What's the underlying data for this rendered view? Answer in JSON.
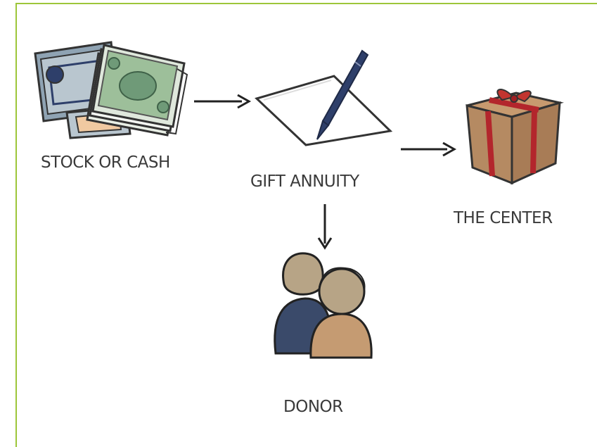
{
  "nodes": {
    "stock_or_cash": {
      "label": "STOCK OR CASH",
      "icon": "money-and-certificates-icon"
    },
    "gift_annuity": {
      "label": "GIFT ANNUITY",
      "icon": "signing-document-icon"
    },
    "the_center": {
      "label": "THE CENTER",
      "icon": "gift-box-icon"
    },
    "donor": {
      "label": "DONOR",
      "icon": "couple-icon"
    }
  },
  "edges": [
    {
      "from": "stock_or_cash",
      "to": "gift_annuity"
    },
    {
      "from": "gift_annuity",
      "to": "the_center"
    },
    {
      "from": "gift_annuity",
      "to": "donor"
    }
  ],
  "colors": {
    "frame_border": "#9dc63a",
    "label_text": "#3a3a3a",
    "arrow": "#222222",
    "money_green": "#6f9a78",
    "certificate_blue": "#93a7b6",
    "pen_navy": "#2e3f6a",
    "box_kraft": "#b58a62",
    "ribbon_red": "#b3262c",
    "person_navy": "#3a4a6a",
    "person_tan": "#c59b72",
    "head_tan": "#b7a486"
  }
}
